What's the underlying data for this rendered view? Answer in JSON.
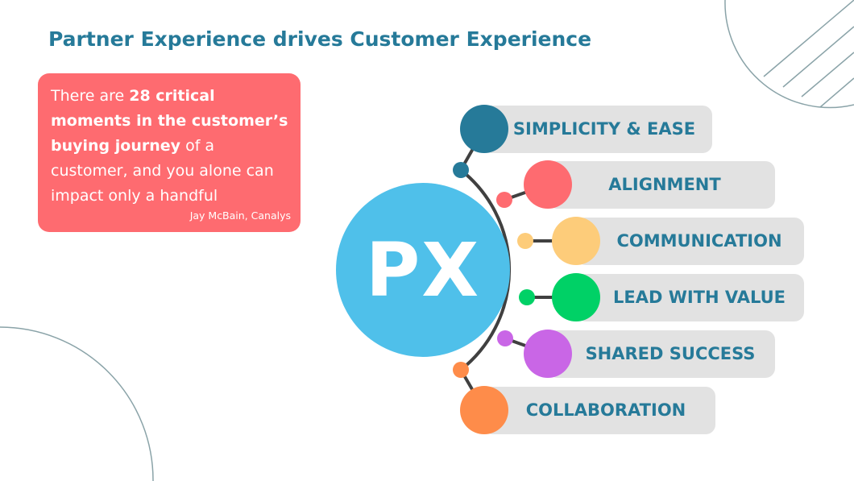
{
  "title": "Partner Experience drives Customer Experience",
  "quote": {
    "prefix": "There are ",
    "bold1": "28 critical moments in the customer’s buying journey",
    "suffix": " of a customer, and you alone can impact only a handful",
    "source": "Jay McBain, Canalys"
  },
  "hub": {
    "label": "PX",
    "color": "#4fc0ea"
  },
  "colors": {
    "title": "#267a99",
    "card": "#fe6b70",
    "pill": "#e2e2e2",
    "connector": "#404040",
    "deco": "#8aa3a8"
  },
  "items": [
    {
      "label": "SIMPLICITY & EASE",
      "color": "#267a99"
    },
    {
      "label": "ALIGNMENT",
      "color": "#fe6b70"
    },
    {
      "label": "COMMUNICATION",
      "color": "#fdcc7a"
    },
    {
      "label": "LEAD WITH VALUE",
      "color": "#00d166"
    },
    {
      "label": "SHARED SUCCESS",
      "color": "#c966e6"
    },
    {
      "label": "COLLABORATION",
      "color": "#fe8c4a"
    }
  ]
}
